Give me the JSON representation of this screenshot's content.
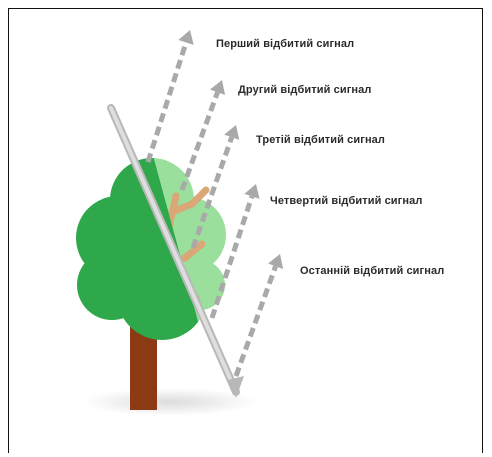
{
  "diagram": {
    "signals": [
      {
        "label": "Перший відбитий сигнал"
      },
      {
        "label": "Другий відбитий сигнал"
      },
      {
        "label": "Третій відбитий сигнал"
      },
      {
        "label": "Четвертий відбитий сигнал"
      },
      {
        "label": "Останній відбитий сигнал"
      }
    ],
    "colors": {
      "tree_dark": "#2ea84a",
      "tree_light": "#9adf9c",
      "trunk": "#8b3a14",
      "branches": "#d9a876",
      "pulse": "#c8c8c8",
      "return_arrows": "#a9a9a9",
      "ground_shadow": "#e6e6e6"
    },
    "icons": [
      "incoming-laser-pulse-arrow",
      "return-signal-arrow",
      "tree-icon"
    ]
  }
}
